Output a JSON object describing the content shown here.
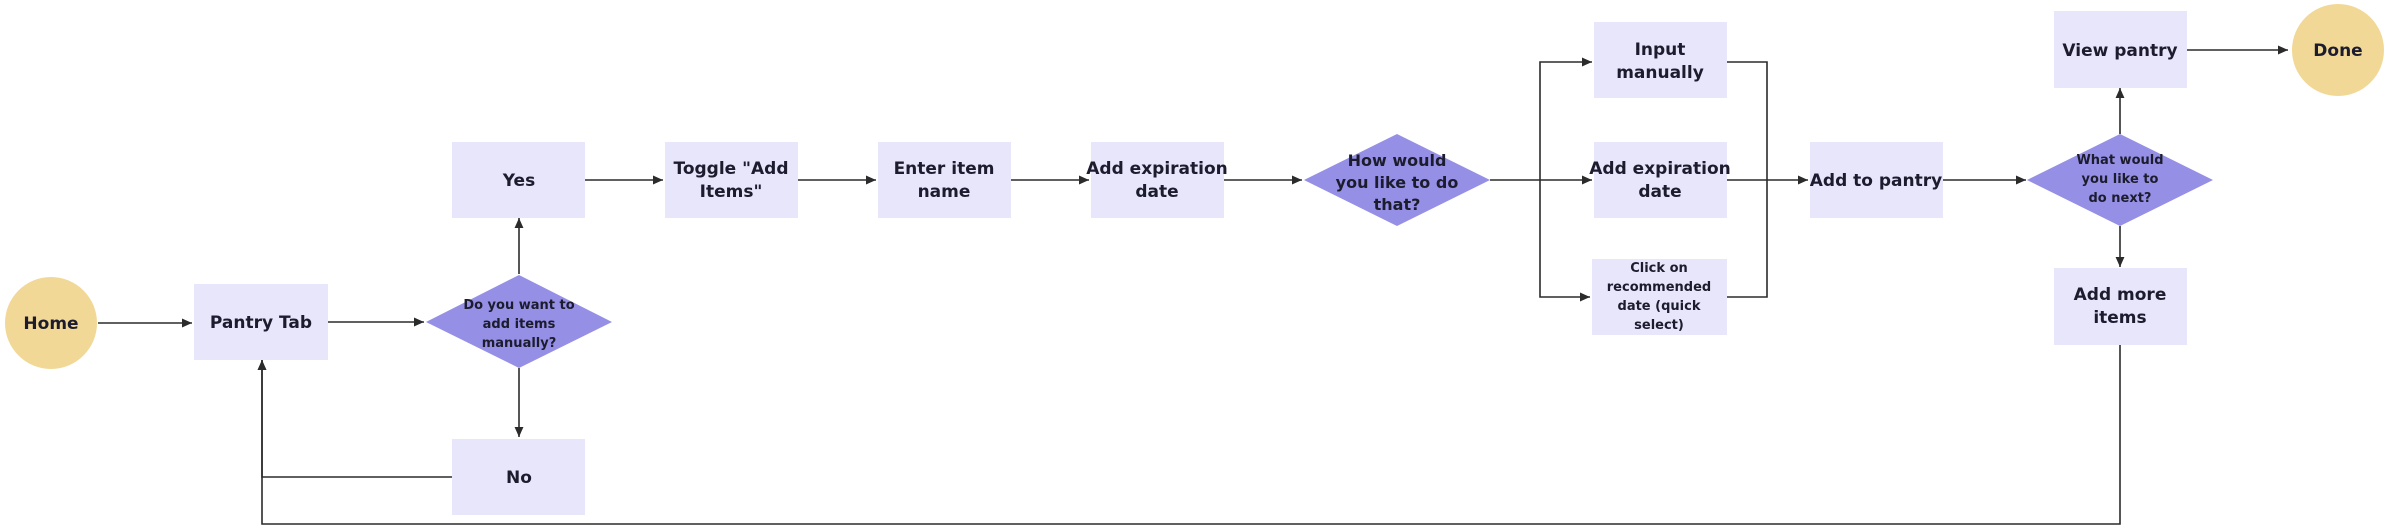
{
  "colors": {
    "terminal": "#F2D896",
    "process": "#E7E6FB",
    "decision": "#9590E6",
    "line": "#2b2b2b",
    "text": "#1c1c2e"
  },
  "nodes": {
    "home": "Home",
    "pantry_tab": "Pantry Tab",
    "q_manual": [
      "Do you want to",
      "add items",
      "manually?"
    ],
    "yes": "Yes",
    "no": "No",
    "toggle_add_items": [
      "Toggle \"Add",
      "Items\""
    ],
    "enter_item_name": [
      "Enter item",
      "name"
    ],
    "add_expiration_date": [
      "Add expiration",
      "date"
    ],
    "q_how": [
      "How would",
      "you like to do",
      "that?"
    ],
    "input_manually": [
      "Input",
      "manually"
    ],
    "add_expiration_date_2": [
      "Add expiration",
      "date"
    ],
    "click_recommended": [
      "Click on",
      "recommended",
      "date (quick",
      "select)"
    ],
    "add_to_pantry": "Add to pantry",
    "q_next": [
      "What would",
      "you like to",
      "do next?"
    ],
    "view_pantry": "View pantry",
    "add_more_items": [
      "Add more",
      "items"
    ],
    "done": "Done"
  }
}
